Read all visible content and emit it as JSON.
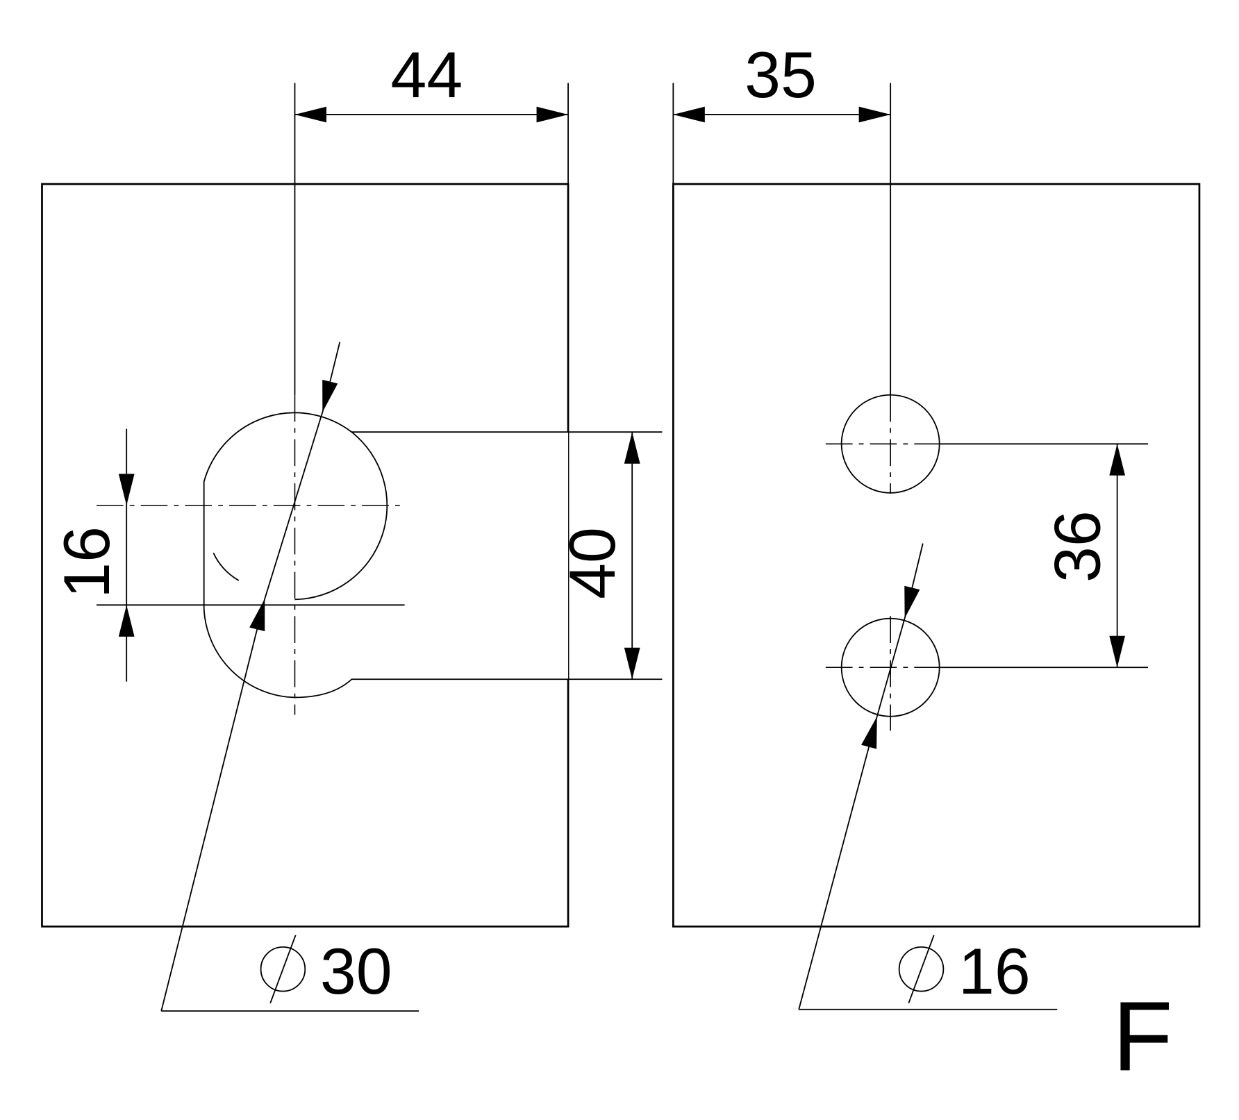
{
  "drawing": {
    "dimensions": {
      "left_width": "44",
      "right_width": "35",
      "slot_height": "40",
      "slot_offset": "16",
      "hole_spacing": "36",
      "large_hole_dia": "30",
      "small_hole_dia": "16"
    },
    "diameter_symbol": "diameter-icon",
    "variant_label": "F",
    "colors": {
      "glass": "#c3e5f7",
      "highlight": "#ffffff",
      "line": "#000000"
    }
  }
}
